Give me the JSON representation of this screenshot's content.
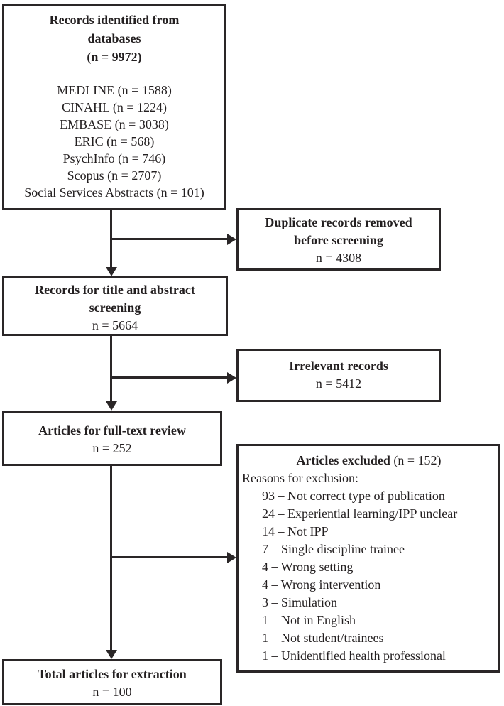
{
  "figure": {
    "type": "prisma-flow-diagram"
  },
  "colors": {
    "ink": "#2a2627",
    "text": "#231f20",
    "background": "#ffffff"
  },
  "boxes": {
    "identified": {
      "title_lines": [
        "Records identified from",
        "databases",
        "(n = 9972)"
      ],
      "databases": [
        "MEDLINE (n = 1588)",
        "CINAHL (n = 1224)",
        "EMBASE (n = 3038)",
        "ERIC (n = 568)",
        "PsychInfo (n = 746)",
        "Scopus (n = 2707)",
        "Social Services Abstracts (n = 101)"
      ]
    },
    "duplicates": {
      "title_lines": [
        "Duplicate records removed",
        "before screening"
      ],
      "count": "n = 4308"
    },
    "screening": {
      "title_lines": [
        "Records for title and abstract",
        "screening"
      ],
      "count": "n = 5664"
    },
    "irrelevant": {
      "title": "Irrelevant records",
      "count": "n = 5412"
    },
    "fulltext": {
      "title": "Articles for full-text review",
      "count": "n = 252"
    },
    "excluded": {
      "title_bold": "Articles excluded",
      "title_rest": "(n = 152)",
      "subtitle": "Reasons for exclusion:",
      "reasons": [
        "93 – Not correct type of publication",
        "24 – Experiential learning/IPP unclear",
        "14 – Not IPP",
        "7 – Single discipline trainee",
        "4 – Wrong setting",
        "4 – Wrong intervention",
        "3 – Simulation",
        "1 – Not in English",
        "1 – Not student/trainees",
        "1 – Unidentified health professional"
      ]
    },
    "extraction": {
      "title": "Total articles for extraction",
      "count": "n = 100"
    }
  }
}
